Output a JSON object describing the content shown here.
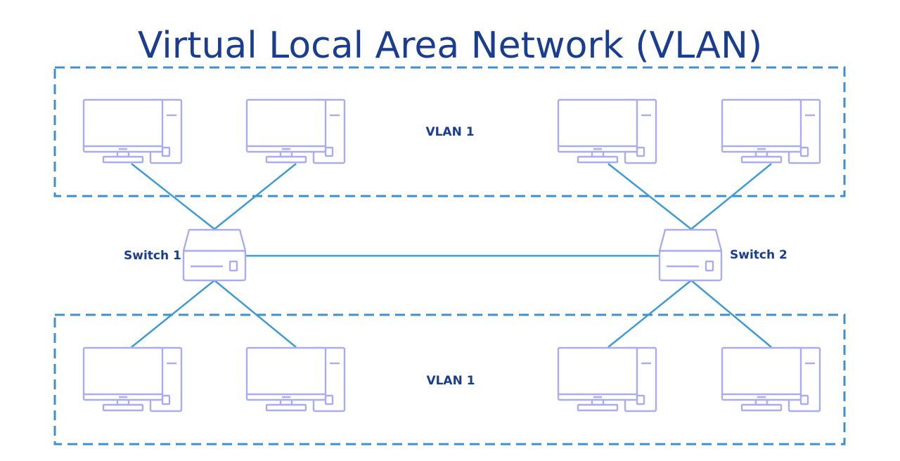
{
  "title": "Virtual Local Area Network (VLAN)",
  "colors": {
    "title": "#1a3d8f",
    "label": "#1a3d8f",
    "vlan_border": "#3d8fd1",
    "link": "#3d9bd6",
    "device_outline": "#a9acef"
  },
  "vlans": [
    {
      "label": "VLAN 1"
    },
    {
      "label": "VLAN 1"
    }
  ],
  "switches": [
    {
      "label": "Switch 1"
    },
    {
      "label": "Switch 2"
    }
  ],
  "icons": {
    "computer": "computer-icon",
    "switch": "switch-icon"
  }
}
